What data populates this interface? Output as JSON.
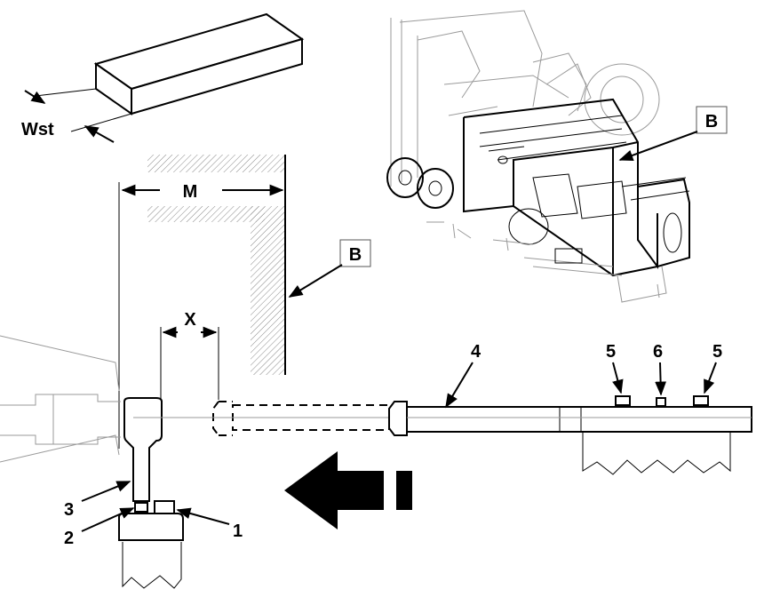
{
  "labels": {
    "wst": "Wst",
    "m": "M",
    "x": "X",
    "b_machine": "B",
    "b_section": "B",
    "n1": "1",
    "n2": "2",
    "n3": "3",
    "n4": "4",
    "n5a": "5",
    "n6": "6",
    "n5b": "5"
  },
  "icons": {
    "workpiece": "workpiece-block-icon",
    "machine": "machine-overview-icon",
    "arrow": "direction-arrow-icon"
  }
}
